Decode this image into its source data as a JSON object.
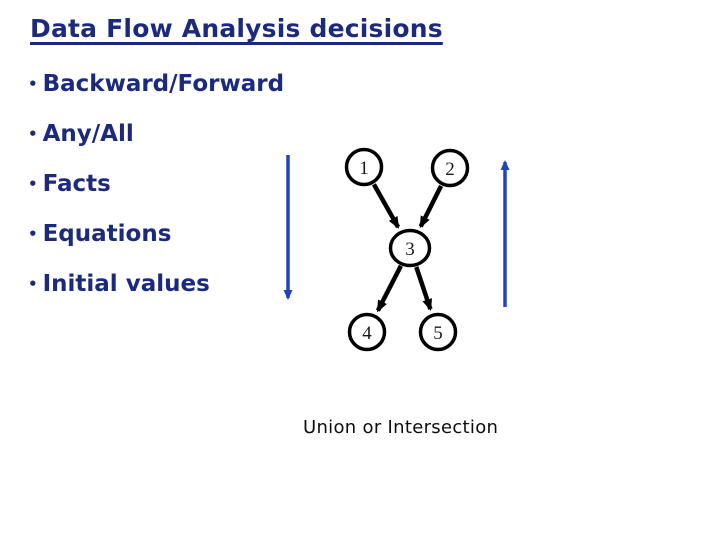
{
  "slide": {
    "title": "Data Flow Analysis decisions",
    "bullet_glyph": "•",
    "bullets": [
      "Backward/Forward",
      "Any/All",
      "Facts",
      "Equations",
      "Initial values"
    ],
    "caption": "Union or Intersection",
    "colors": {
      "text_navy": "#1b2a7d",
      "caption_black": "#0d0d0d"
    }
  },
  "diagram": {
    "nodes": [
      {
        "label": "1"
      },
      {
        "label": "2"
      },
      {
        "label": "3"
      },
      {
        "label": "4"
      },
      {
        "label": "5"
      }
    ],
    "edges": [
      "1→3",
      "2→3",
      "3→4",
      "3→5"
    ],
    "side_arrows": [
      {
        "side": "left",
        "direction": "down"
      },
      {
        "side": "right",
        "direction": "up"
      }
    ],
    "colors": {
      "arrow_blue": "#2342bd",
      "edge_black": "#000000",
      "node_fill": "#ffffff"
    }
  }
}
